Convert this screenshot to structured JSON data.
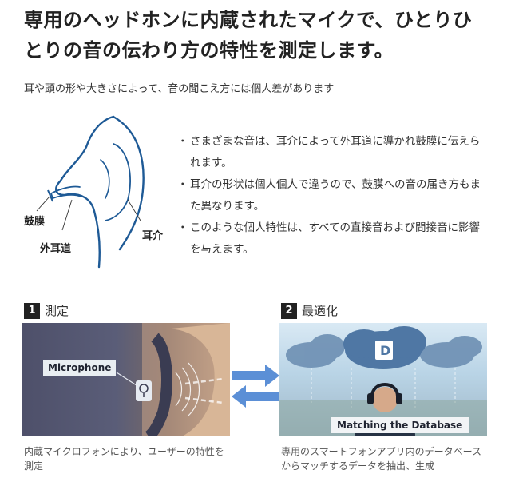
{
  "headline": "専用のヘッドホンに内蔵されたマイクで、ひとりひとりの音の伝わり方の特性を測定します。",
  "subtitle": "耳や頭の形や大きさによって、音の聞こえ方には個人差があります",
  "ear_labels": {
    "eardrum": "鼓膜",
    "ear_canal": "外耳道",
    "pinna": "耳介"
  },
  "bullets": [
    "さまざまな音は、耳介によって外耳道に導かれ鼓膜に伝えられます。",
    "耳介の形状は個人個人で違うので、鼓膜への音の届き方もまた異なります。",
    "このような個人特性は、すべての直接音および間接音に影響を与えます。"
  ],
  "steps": [
    {
      "num": "1",
      "title": "測定",
      "tag": "Microphone",
      "caption": "内蔵マイクロフォンにより、ユーザーの特性を測定"
    },
    {
      "num": "2",
      "title": "最適化",
      "tag": "Matching the Database",
      "caption": "専用のスマートフォンアプリ内のデータベースからマッチするデータを抽出、生成"
    }
  ],
  "colors": {
    "ear_line": "#1e5a96",
    "arrow": "#5b8fd6"
  }
}
